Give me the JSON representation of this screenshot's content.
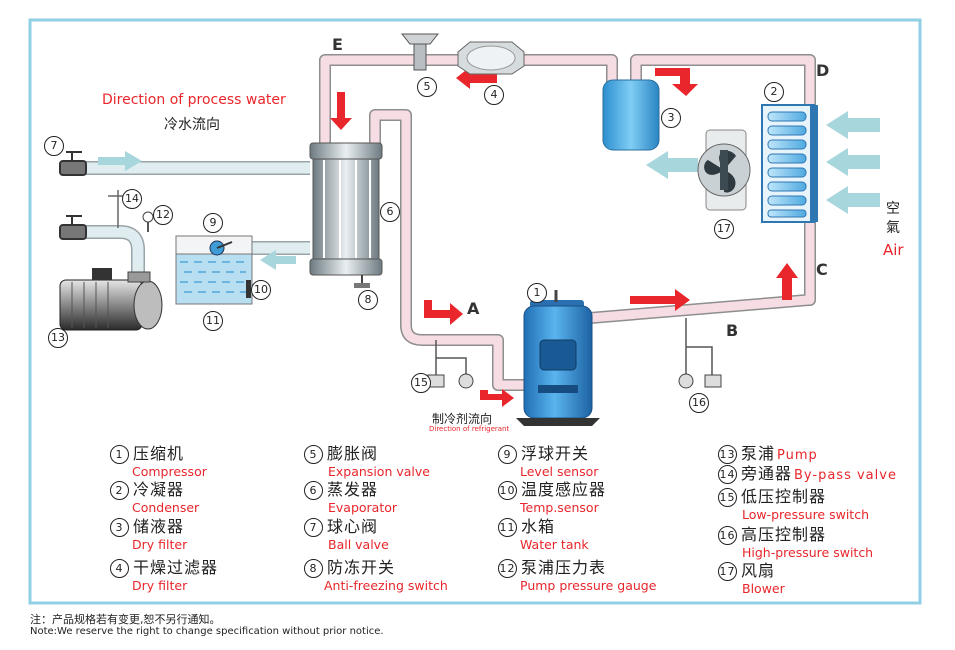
{
  "labels": {
    "process_water_en": "Direction of process water",
    "process_water_zh": "冷水流向",
    "refrigerant_zh": "制冷剂流向",
    "refrigerant_en": "Direction of refrigerant",
    "air_zh_1": "空",
    "air_zh_2": "氣",
    "air_en": "Air"
  },
  "points": [
    "A",
    "B",
    "C",
    "D",
    "E"
  ],
  "component_numbers": [
    "1",
    "2",
    "3",
    "4",
    "5",
    "6",
    "7",
    "8",
    "9",
    "10",
    "11",
    "12",
    "13",
    "14",
    "15",
    "16",
    "17"
  ],
  "legend": [
    {
      "num": "1",
      "zh": "压缩机",
      "en": "Compressor"
    },
    {
      "num": "2",
      "zh": "冷凝器",
      "en": "Condenser"
    },
    {
      "num": "3",
      "zh": "储液器",
      "en": "Dry filter"
    },
    {
      "num": "4",
      "zh": "干燥过滤器",
      "en": "Dry filter"
    },
    {
      "num": "5",
      "zh": "膨胀阀",
      "en": "Expansion valve"
    },
    {
      "num": "6",
      "zh": "蒸发器",
      "en": "Evaporator"
    },
    {
      "num": "7",
      "zh": "球心阀",
      "en": "Ball valve"
    },
    {
      "num": "8",
      "zh": "防冻开关",
      "en": "Anti-freezing switch"
    },
    {
      "num": "9",
      "zh": "浮球开关",
      "en": "Level sensor"
    },
    {
      "num": "10",
      "zh": "温度感应器",
      "en": "Temp.sensor"
    },
    {
      "num": "11",
      "zh": "水箱",
      "en": "Water tank"
    },
    {
      "num": "12",
      "zh": "泵浦压力表",
      "en": "Pump pressure gauge"
    },
    {
      "num": "13",
      "zh": "泵浦",
      "en": "Pump"
    },
    {
      "num": "14",
      "zh": "旁通器",
      "en": "By-pass valve"
    },
    {
      "num": "15",
      "zh": "低压控制器",
      "en": "Low-pressure switch"
    },
    {
      "num": "16",
      "zh": "高压控制器",
      "en": "High-pressure switch"
    },
    {
      "num": "17",
      "zh": "风扇",
      "en": "Blower"
    }
  ],
  "note": {
    "zh": "注：产品规格若有变更,恕不另行通知。",
    "en": "Note:We reserve the right to change specification without  prior notice."
  },
  "colors": {
    "frame": "#8fd0e4",
    "pipe": "#f6dde3",
    "pipe_edge": "#8e8e8e",
    "water_pipe": "#cfe3ea",
    "arrow_red": "#e8262b",
    "arrow_blue": "#a7d6dd",
    "tank_blue": "#3f9cd6"
  }
}
